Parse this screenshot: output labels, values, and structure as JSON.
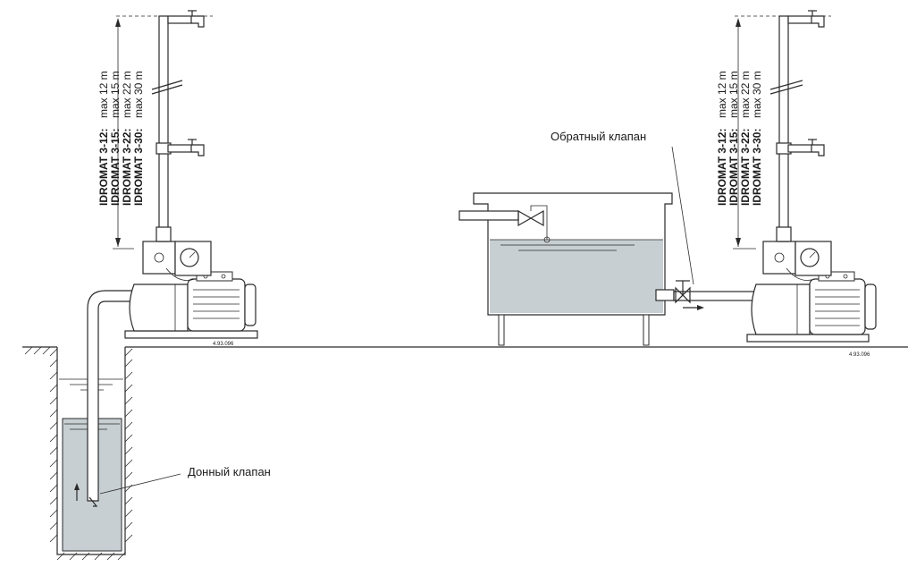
{
  "labels": {
    "check_valve": "Обратный клапан",
    "foot_valve": "Донный клапан",
    "ref_left": "4.93.096",
    "ref_right": "4.93.096"
  },
  "height_table": {
    "rows": [
      {
        "model": "IDROMAT 3-12:",
        "max": "max 12 m"
      },
      {
        "model": "IDROMAT 3-15:",
        "max": "max 15 m"
      },
      {
        "model": "IDROMAT 3-22:",
        "max": "max 22 m"
      },
      {
        "model": "IDROMAT 3-30:",
        "max": "max 30 m"
      }
    ]
  },
  "colors": {
    "water": "#c8cfd3",
    "line": "#2a2a2a"
  }
}
